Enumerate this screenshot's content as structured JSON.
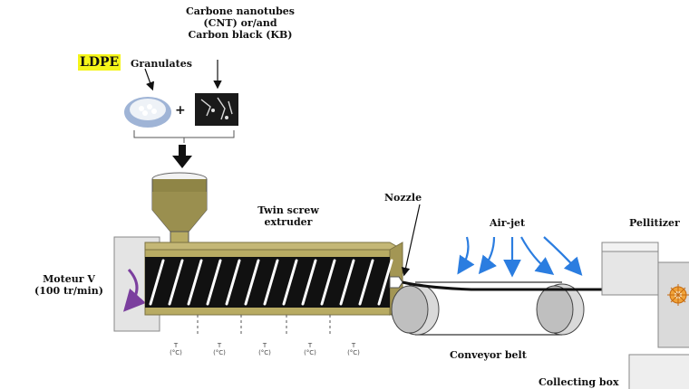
{
  "labels": {
    "cnt": [
      "Carbone nanotubes",
      "(CNT) or/and",
      "Carbon black (KB)"
    ],
    "ldpe": "LDPE",
    "granulates": "Granulates",
    "plus": "+",
    "twin_screw": [
      "Twin screw",
      "extruder"
    ],
    "nozzle": "Nozzle",
    "air_jet": "Air-jet",
    "pellitizer": "Pellitizer",
    "moteur": [
      "Moteur V",
      "(100 tr/min)"
    ],
    "conveyor": "Conveyor belt",
    "collecting": "Collecting box",
    "zone_top": "T",
    "zone_bottom": "(°C)"
  },
  "colors": {
    "extruder_body": "#b8ab63",
    "barrel": "#111111",
    "flight": "#ffffff",
    "motor_arrow": "#7b3f9e",
    "air_arrow": "#2b7de0",
    "highlight": "#f5f51a"
  }
}
